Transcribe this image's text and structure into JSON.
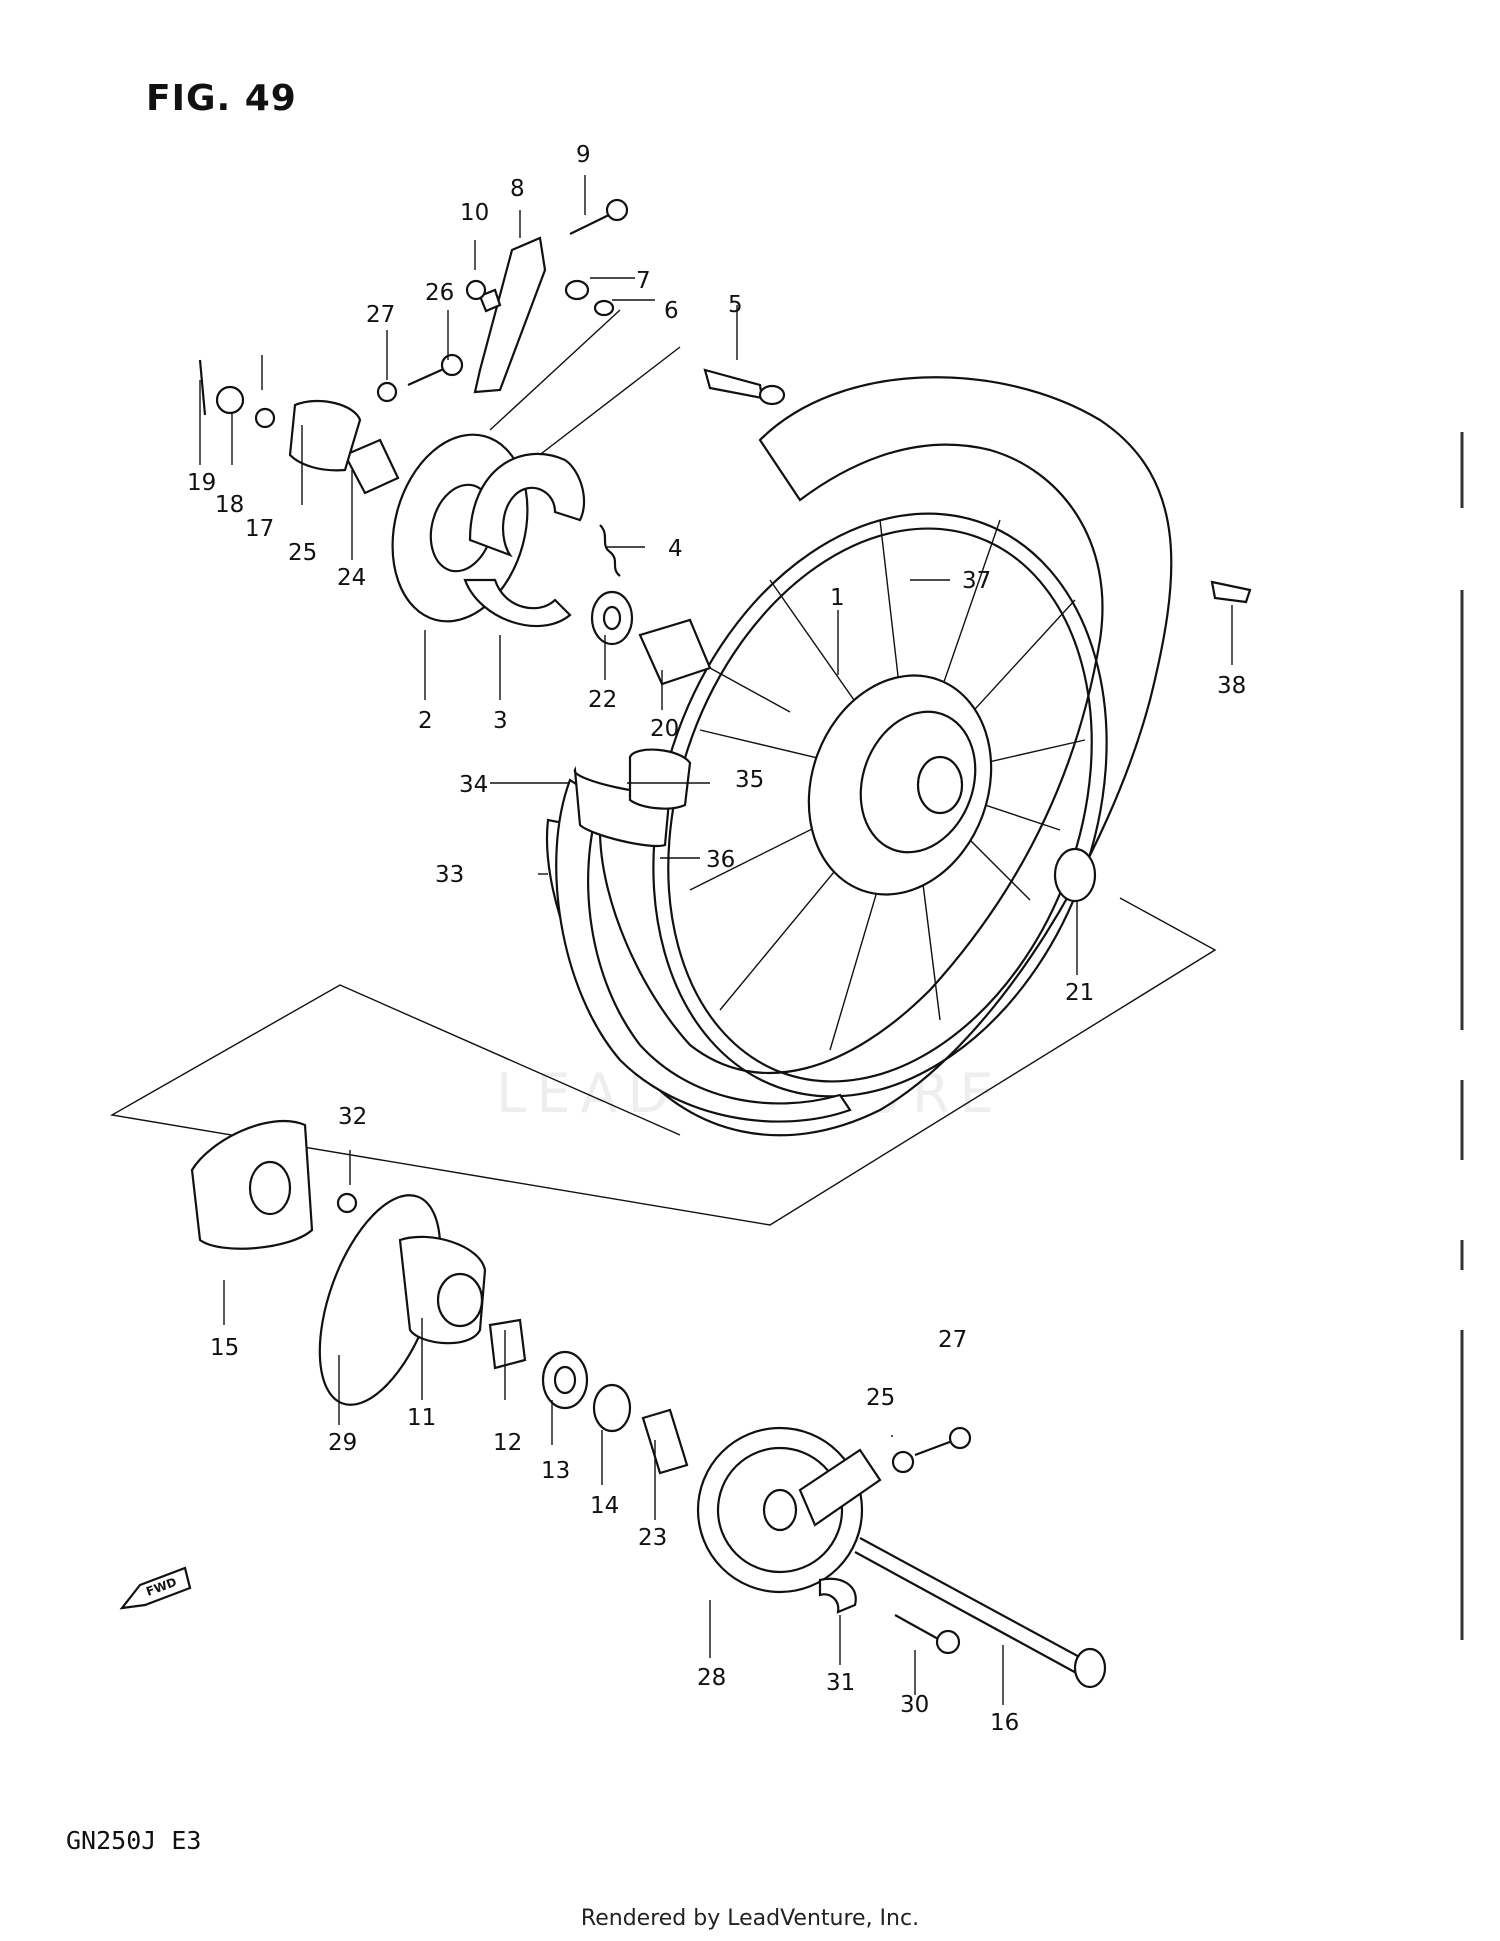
{
  "figure": {
    "title": "FIG. 49",
    "model_code": "GN250J E3"
  },
  "footer": {
    "text": "Rendered by LeadVenture, Inc."
  },
  "watermark": {
    "text": "LEADVENTURE"
  },
  "fwd_label": "FWD",
  "callouts": [
    "1",
    "2",
    "3",
    "4",
    "5",
    "6",
    "7",
    "8",
    "9",
    "10",
    "11",
    "12",
    "13",
    "14",
    "15",
    "16",
    "17",
    "18",
    "19",
    "20",
    "21",
    "22",
    "23",
    "24",
    "25",
    "26",
    "27",
    "28",
    "29",
    "30",
    "31",
    "32",
    "33",
    "34",
    "35",
    "36",
    "37",
    "38"
  ]
}
